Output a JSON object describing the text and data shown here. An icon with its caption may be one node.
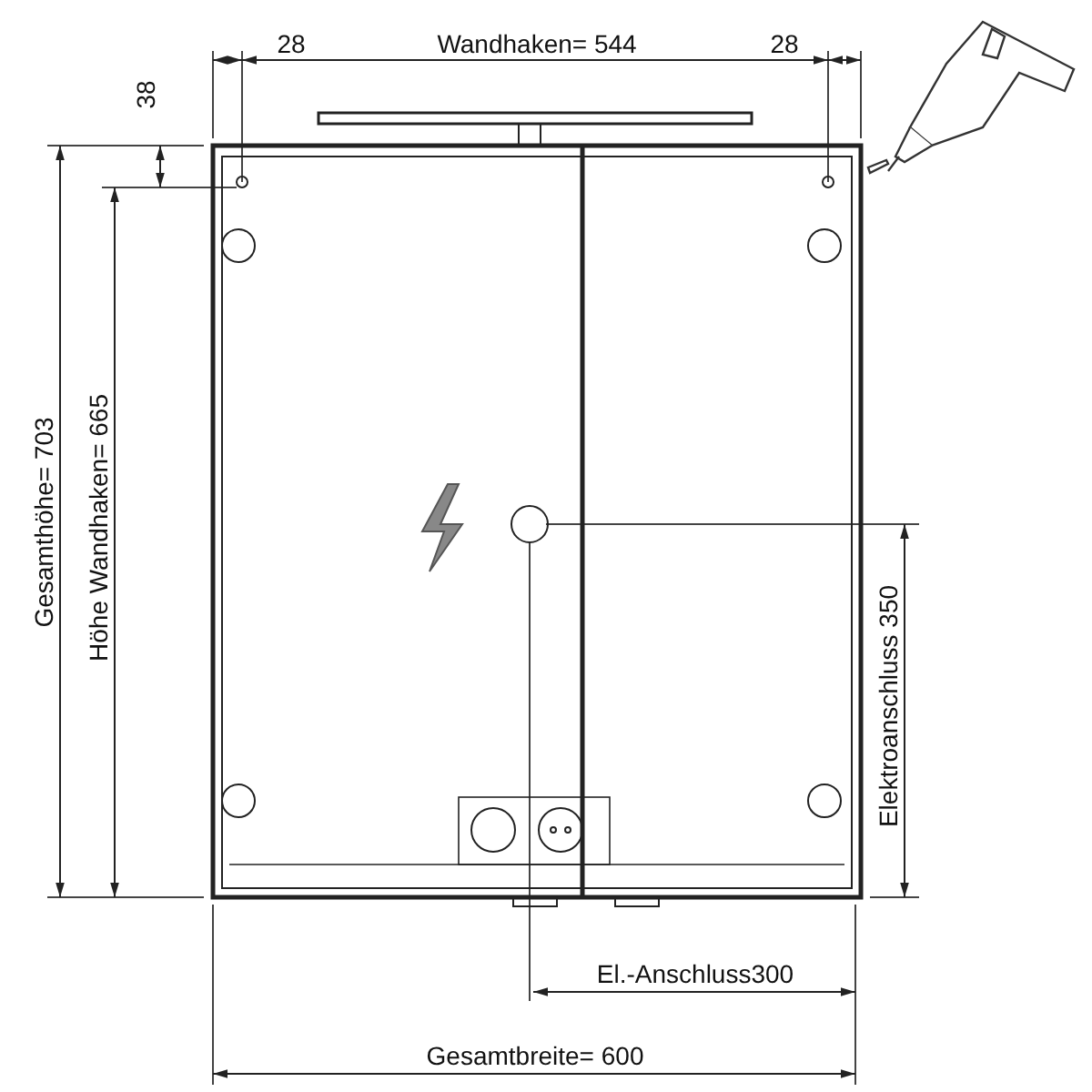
{
  "diagram": {
    "labels": [
      "28",
      "Wandhaken= 544",
      "28",
      "38",
      "Gesamthöhe= 703",
      "Höhe Wandhaken= 665",
      "Elektroanschluss 350",
      "El.-Anschluss300",
      "Gesamtbreite= 600"
    ]
  }
}
